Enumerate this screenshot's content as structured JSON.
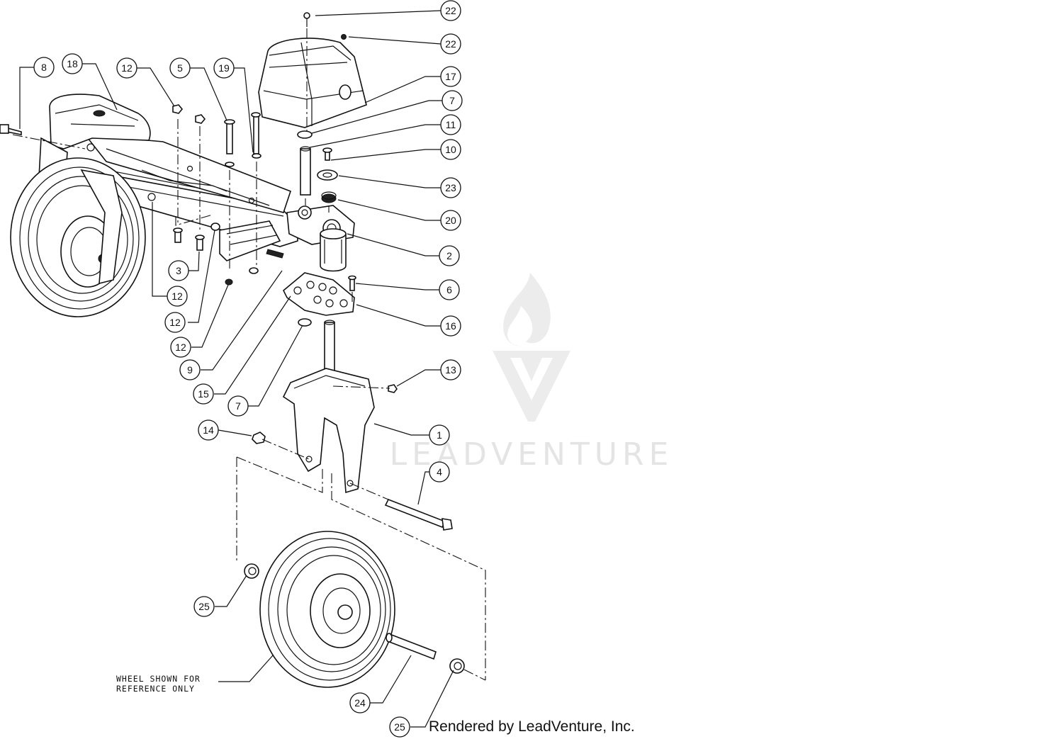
{
  "figure": {
    "watermark_text": "LEADVENTURE",
    "render_credit": "Rendered by LeadVenture, Inc.",
    "note_lines": [
      "WHEEL SHOWN FOR",
      "REFERENCE ONLY"
    ]
  },
  "callouts": [
    {
      "id": "c8",
      "label": "8"
    },
    {
      "id": "c18",
      "label": "18"
    },
    {
      "id": "c12a",
      "label": "12"
    },
    {
      "id": "c5",
      "label": "5"
    },
    {
      "id": "c19",
      "label": "19"
    },
    {
      "id": "c22a",
      "label": "22"
    },
    {
      "id": "c22b",
      "label": "22"
    },
    {
      "id": "c17",
      "label": "17"
    },
    {
      "id": "c7a",
      "label": "7"
    },
    {
      "id": "c11",
      "label": "11"
    },
    {
      "id": "c10",
      "label": "10"
    },
    {
      "id": "c23",
      "label": "23"
    },
    {
      "id": "c20",
      "label": "20"
    },
    {
      "id": "c2",
      "label": "2"
    },
    {
      "id": "c6",
      "label": "6"
    },
    {
      "id": "c16",
      "label": "16"
    },
    {
      "id": "c13",
      "label": "13"
    },
    {
      "id": "c1",
      "label": "1"
    },
    {
      "id": "c4",
      "label": "4"
    },
    {
      "id": "c3",
      "label": "3"
    },
    {
      "id": "c12b",
      "label": "12"
    },
    {
      "id": "c12c",
      "label": "12"
    },
    {
      "id": "c12d",
      "label": "12"
    },
    {
      "id": "c9",
      "label": "9"
    },
    {
      "id": "c15",
      "label": "15"
    },
    {
      "id": "c7b",
      "label": "7"
    },
    {
      "id": "c14",
      "label": "14"
    },
    {
      "id": "c25a",
      "label": "25"
    },
    {
      "id": "c24",
      "label": "24"
    },
    {
      "id": "c25b",
      "label": "25"
    }
  ],
  "colors": {
    "line": "#111111",
    "watermark": "#e4e4e4",
    "background": "#ffffff"
  }
}
